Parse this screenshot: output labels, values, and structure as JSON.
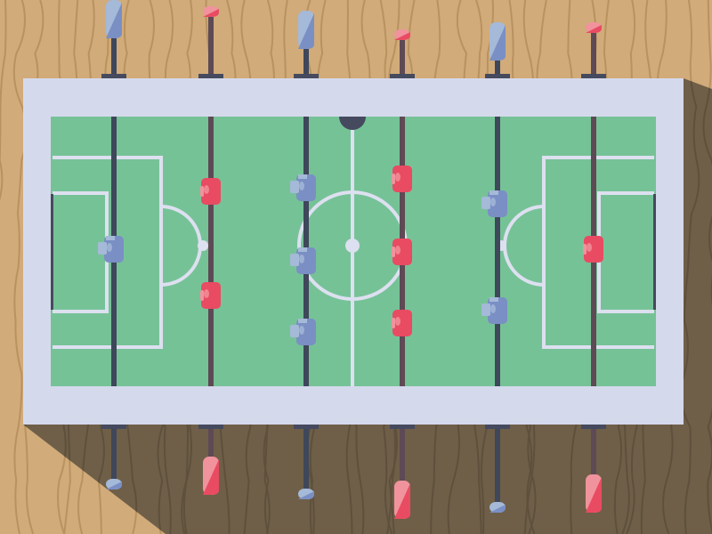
{
  "colors": {
    "wood": "#d1ab7a",
    "wood_grain": "#b8925f",
    "shadow": "#6f5f48",
    "shadow_grain": "#5e503c",
    "table": "#d5d9ec",
    "field": "#76c297",
    "lines": "#dde0f0",
    "goal": "#454a5e",
    "blue_rod": "#3f475a",
    "red_rod": "#5e4a55",
    "blue_player": "#7a8fc4",
    "blue_light": "#a5b9d8",
    "red_player": "#e94b62",
    "red_light": "#f0939c"
  },
  "rods": [
    {
      "team": "blue",
      "players": 1
    },
    {
      "team": "red",
      "players": 2
    },
    {
      "team": "blue",
      "players": 3
    },
    {
      "team": "red",
      "players": 3
    },
    {
      "team": "blue",
      "players": 2
    },
    {
      "team": "red",
      "players": 1
    }
  ]
}
